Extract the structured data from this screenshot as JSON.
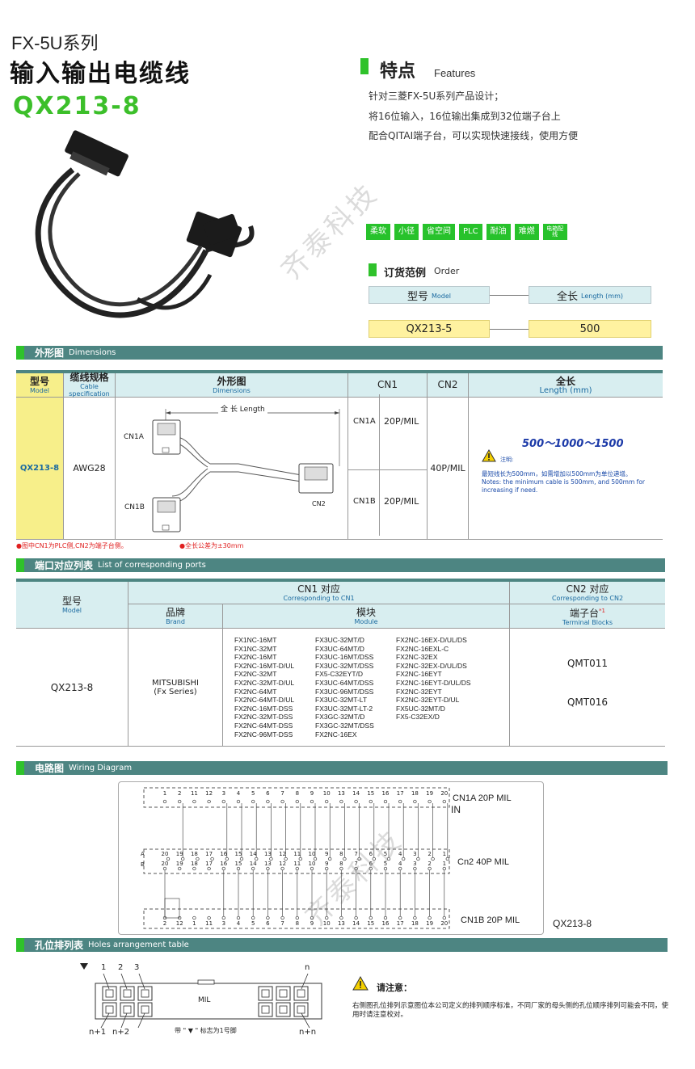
{
  "header": {
    "series": "FX-5U系列",
    "title": "输入输出电缆线",
    "model": "QX213-8"
  },
  "features": {
    "title": "特点",
    "subtitle": "Features",
    "lines": [
      "针对三菱FX-5U系列产品设计；",
      "将16位输入，16位输出集成到32位端子台上",
      "配合QITAI端子台，可以实现快速接线，使用方便"
    ],
    "tags": [
      "柔软",
      "小径",
      "省空间",
      "PLC",
      "耐油",
      "难燃",
      "电箱配线"
    ]
  },
  "order": {
    "title": "订货范例",
    "subtitle": "Order",
    "model_label": "型号",
    "model_label_en": "Model",
    "length_label": "全长",
    "length_label_en": "Length (mm)",
    "model_value": "QX213-5",
    "length_value": "500"
  },
  "dimensions": {
    "section_title": "外形图",
    "section_en": "Dimensions",
    "headers": {
      "model": "型号",
      "model_en": "Model",
      "cable": "缆线规格",
      "cable_en": "Cable specification",
      "outline": "外形图",
      "outline_en": "Dimensions",
      "cn1": "CN1",
      "cn2": "CN2",
      "length": "全长",
      "length_en": "Length (mm)"
    },
    "model": "QX213-8",
    "cable": "AWG28",
    "drawing": {
      "length_label": "全 长  Length",
      "cn1a": "CN1A",
      "cn1b": "CN1B",
      "cn2": "CN2"
    },
    "cn1a": "CN1A",
    "cn1a_value": "20P/MIL",
    "cn1b": "CN1B",
    "cn1b_value": "20P/MIL",
    "cn2_value": "40P/MIL",
    "lengths": "500～1000～1500",
    "note_title": "注明:",
    "note_cn": "最短线长为500mm，如需增加以500mm为单位递增。",
    "note_en": "Notes: the minimum cable is 500mm, and 500mm for increasing if need.",
    "footnote1": "●图中CN1为PLC侧,CN2为端子台侧。",
    "footnote2": "●全长公差为±30mm"
  },
  "ports": {
    "section_title": "端口对应列表",
    "section_en": "List of corresponding ports",
    "headers": {
      "model": "型号",
      "model_en": "Model",
      "cn1": "CN1 对应",
      "cn1_en": "Corresponding to CN1",
      "cn2": "CN2 对应",
      "cn2_en": "Corresponding to CN2",
      "brand": "品牌",
      "brand_en": "Brand",
      "module": "模块",
      "module_en": "Module",
      "terminal": "端子台",
      "terminal_sup": "*1",
      "terminal_en": "Terminal Blocks"
    },
    "model": "QX213-8",
    "brand": "MITSUBISHI",
    "brand_sub": "(Fx Series)",
    "modules_col1": [
      "FX1NC-16MT",
      "FX1NC-32MT",
      "FX2NC-16MT",
      "FX2NC-16MT-D/UL",
      "FX2NC-32MT",
      "FX2NC-32MT-D/UL",
      "FX2NC-64MT",
      "FX2NC-64MT-D/UL",
      "FX2NC-16MT-DSS",
      "FX2NC-32MT-DSS",
      "FX2NC-64MT-DSS",
      "FX2NC-96MT-DSS"
    ],
    "modules_col2": [
      "FX3UC-32MT/D",
      "FX3UC-64MT/D",
      "FX3UC-16MT/DSS",
      "FX3UC-32MT/DSS",
      "FX5-C32EYT/D",
      "FX3UC-64MT/DSS",
      "FX3UC-96MT/DSS",
      "FX3UC-32MT-LT",
      "FX3UC-32MT-LT-2",
      "FX3GC-32MT/D",
      "FX3GC-32MT/DSS",
      "FX2NC-16EX"
    ],
    "modules_col3": [
      "FX2NC-16EX-D/UL/DS",
      "FX2NC-16EXL-C",
      "FX2NC-32EX",
      "FX2NC-32EX-D/UL/DS",
      "FX2NC-16EYT",
      "FX2NC-16EYT-D/UL/DS",
      "FX2NC-32EYT",
      "FX2NC-32EYT-D/UL",
      "FX5UC-32MT/D",
      "FX5-C32EX/D"
    ],
    "terminals": [
      "QMT011",
      "QMT016"
    ]
  },
  "wiring": {
    "section_title": "电路图",
    "section_en": "Wiring Diagram",
    "top_pins": [
      "1",
      "2",
      "11",
      "12",
      "3",
      "4",
      "5",
      "6",
      "7",
      "8",
      "9",
      "10",
      "13",
      "14",
      "15",
      "16",
      "17",
      "18",
      "19",
      "20"
    ],
    "cn2_row_a": [
      "20",
      "19",
      "18",
      "17",
      "16",
      "15",
      "14",
      "13",
      "12",
      "11",
      "10",
      "9",
      "8",
      "7",
      "6",
      "5",
      "4",
      "3",
      "2",
      "1"
    ],
    "cn2_row_b": [
      "20",
      "19",
      "18",
      "17",
      "16",
      "15",
      "14",
      "13",
      "12",
      "11",
      "10",
      "9",
      "8",
      "7",
      "6",
      "5",
      "4",
      "3",
      "2",
      "1"
    ],
    "bottom_pins": [
      "2",
      "12",
      "1",
      "11",
      "3",
      "4",
      "5",
      "6",
      "7",
      "8",
      "9",
      "10",
      "13",
      "14",
      "15",
      "16",
      "17",
      "18",
      "19",
      "20"
    ],
    "row_a": "A",
    "row_b": "B",
    "cn1a_label": "CN1A  20P MIL",
    "cn1a_in": "IN",
    "cn2_label": "Cn2 40P MIL",
    "cn1b_label": "CN1B 20P MIL",
    "model": "QX213-8"
  },
  "holes": {
    "section_title": "孔位排列表",
    "section_en": "Holes arrangement table",
    "pin_1": "1",
    "pin_2": "2",
    "pin_3": "3",
    "pin_n": "n",
    "pin_n1": "n+1",
    "pin_n2": "n+2",
    "pin_nn": "n+n",
    "mil": "MIL",
    "marker_note": "带 \" ▼ \" 标志为1号脚",
    "attention": "请注意：",
    "attention_text": "右侧图孔位排列示意图位本公司定义的排列顺序标准，不同厂家的母头侧的孔位顺序排列可能会不同，使用时请注意校对。"
  },
  "watermark": "齐泰科技"
}
